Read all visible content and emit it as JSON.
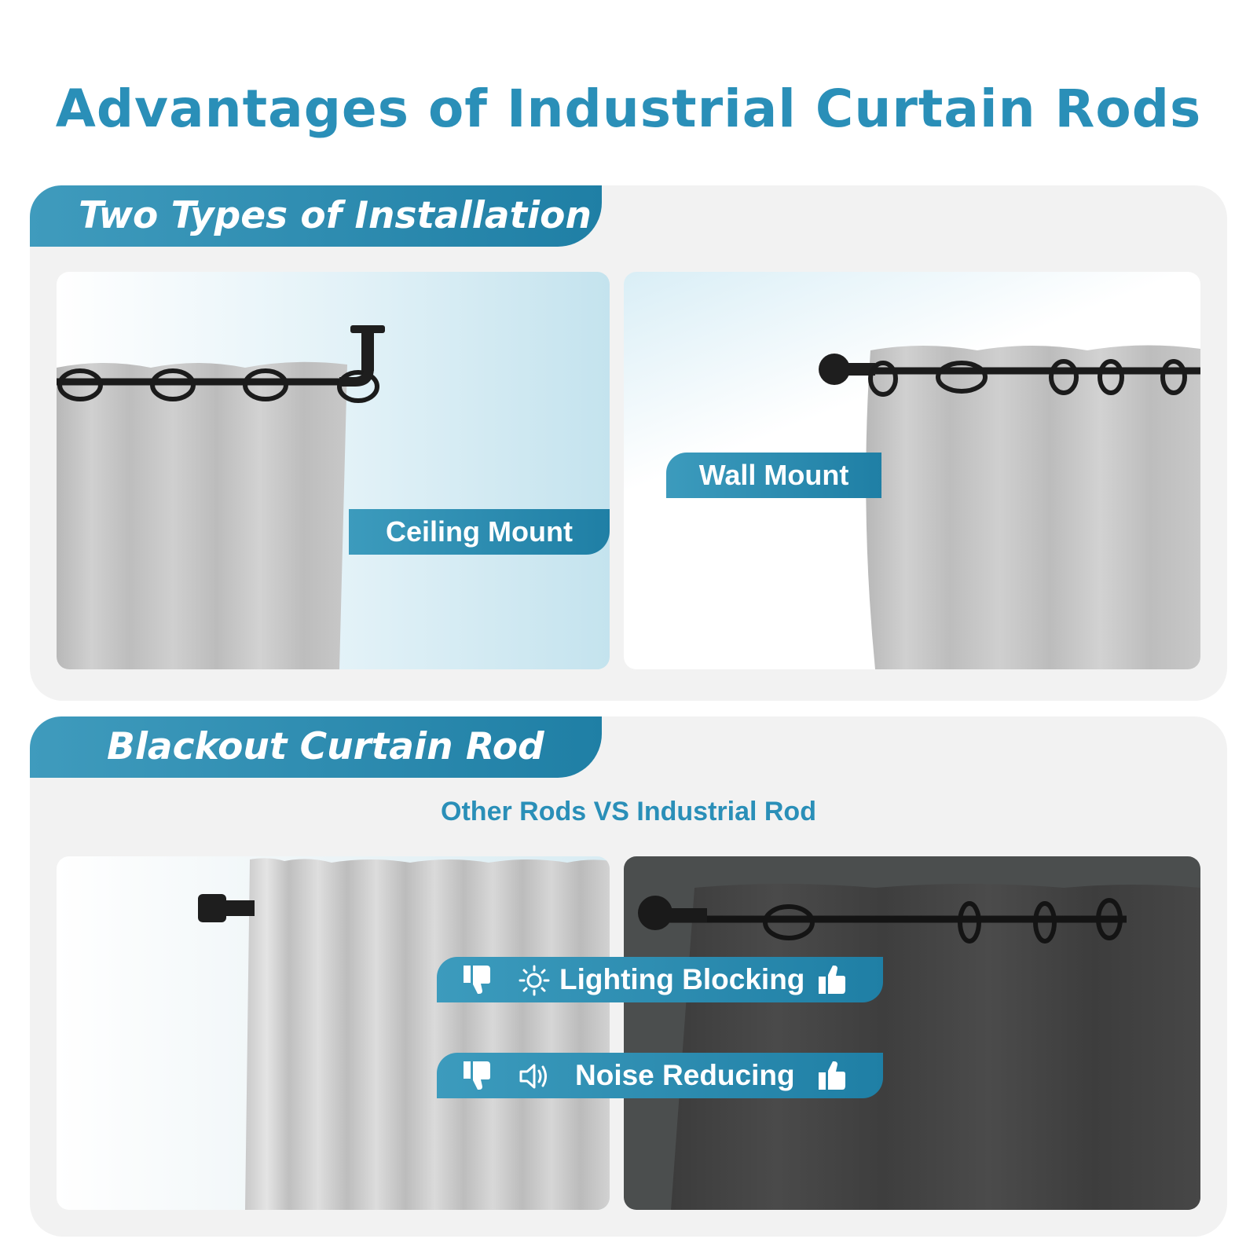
{
  "title": "Advantages of Industrial Curtain Rods",
  "installation": {
    "heading": "Two Types of Installation",
    "ceiling_label": "Ceiling Mount",
    "wall_label": "Wall Mount"
  },
  "blackout": {
    "heading": "Blackout Curtain Rod",
    "subtitle": "Other Rods VS Industrial Rod",
    "features": [
      {
        "label": "Lighting Blocking",
        "icon": "sun-icon"
      },
      {
        "label": "Noise Reducing",
        "icon": "speaker-icon"
      }
    ]
  },
  "colors": {
    "accent": "#2a8fb8",
    "tab_dark": "#1f7fa5",
    "panel_bg": "#f2f2f2"
  }
}
